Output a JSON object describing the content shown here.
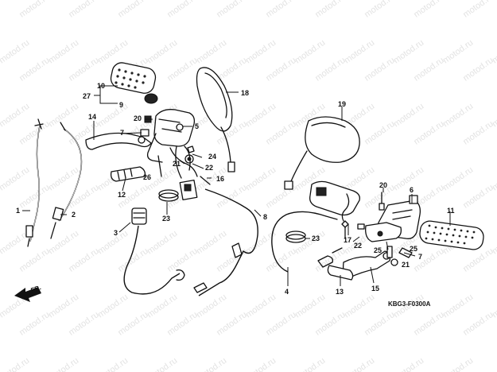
{
  "watermark": "motod.ru",
  "diagram_code": "KBG3-F0300A",
  "direction_label": "FR.",
  "callouts": [
    "1",
    "2",
    "3",
    "4",
    "5",
    "6",
    "7",
    "8",
    "9",
    "10",
    "11",
    "12",
    "13",
    "14",
    "15",
    "16",
    "17",
    "18",
    "19",
    "20",
    "21",
    "22",
    "23",
    "24",
    "25",
    "26",
    "27"
  ]
}
